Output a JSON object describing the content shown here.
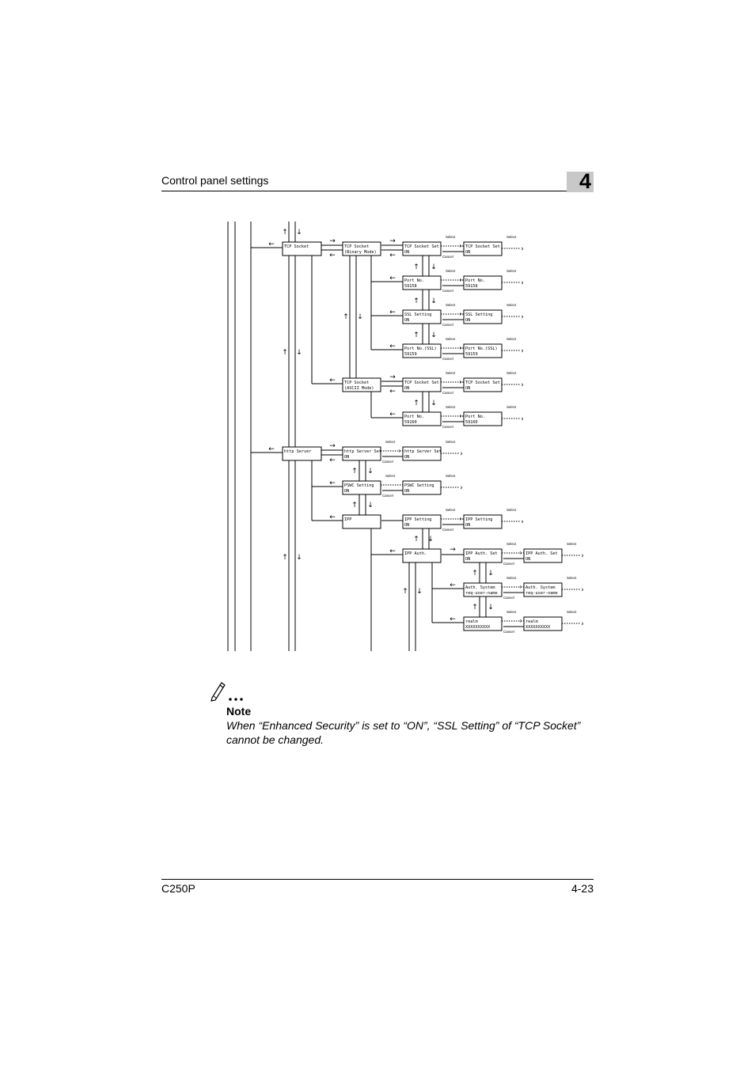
{
  "header": {
    "title": "Control panel settings",
    "chapter": "4"
  },
  "diagram": {
    "labels": {
      "select": "Select",
      "cancel": "Cancel"
    },
    "boxes": {
      "tcp_socket": [
        "TCP Socket",
        ""
      ],
      "tcp_binary": [
        "TCP Socket",
        "(Binary Mode)"
      ],
      "tcp_ascii": [
        "TCP Socket",
        "(ASCII Mode)"
      ],
      "bin_set": [
        "TCP Socket Set",
        "ON"
      ],
      "bin_set_sel": [
        "TCP Socket Set",
        "ON"
      ],
      "bin_port": [
        "Port No.",
        "59158"
      ],
      "bin_port_sel": [
        "Port No.",
        "59158"
      ],
      "ssl": [
        "SSL Setting",
        "ON"
      ],
      "ssl_sel": [
        "SSL Setting",
        "ON"
      ],
      "ssl_port": [
        "Port No.(SSL)",
        "59159"
      ],
      "ssl_port_sel": [
        "Port No.(SSL)",
        "59159"
      ],
      "asc_set": [
        "TCP Socket Set",
        "ON"
      ],
      "asc_set_sel": [
        "TCP Socket Set",
        "ON"
      ],
      "asc_port": [
        "Port No.",
        "59160"
      ],
      "asc_port_sel": [
        "Port No.",
        "59160"
      ],
      "http": [
        "http Server",
        ""
      ],
      "http_set": [
        "http Server Set",
        "ON"
      ],
      "http_set_sel": [
        "http Server Set",
        "ON"
      ],
      "pswc": [
        "PSWC Setting",
        "ON"
      ],
      "pswc_sel": [
        "PSWC Setting",
        "ON"
      ],
      "ipp": [
        "IPP",
        ""
      ],
      "ipp_set": [
        "IPP Setting",
        "ON"
      ],
      "ipp_set_sel": [
        "IPP Setting",
        "ON"
      ],
      "ipp_auth": [
        "IPP Auth.",
        ""
      ],
      "auth_set": [
        "IPP Auth. Set",
        "ON"
      ],
      "auth_set_sel": [
        "IPP Auth. Set",
        "ON"
      ],
      "auth_sys": [
        "Auth. System",
        "req-user-name"
      ],
      "auth_sys_sel": [
        "Auth. System",
        "req-user-name"
      ],
      "realm": [
        "realm",
        "XXXXXXXXXX"
      ],
      "realm_sel": [
        "realm",
        "XXXXXXXXXX"
      ]
    }
  },
  "note": {
    "icon": "pencil-note-icon",
    "title": "Note",
    "text": "When “Enhanced Security” is set to “ON”, “SSL Setting” of “TCP Socket” cannot be changed."
  },
  "footer": {
    "model": "C250P",
    "page": "4-23"
  }
}
